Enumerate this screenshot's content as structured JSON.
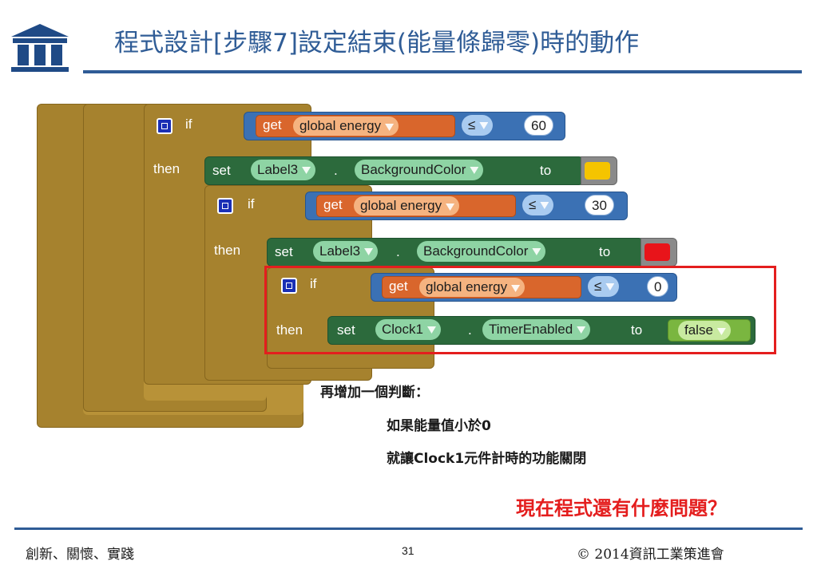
{
  "header": {
    "title": "程式設計[步驟7]設定結束(能量條歸零)時的動作"
  },
  "blocks": {
    "if_label": "if",
    "then_label": "then",
    "set_label": "set",
    "get_label": "get",
    "dot": ".",
    "to_label": "to",
    "variable": "global energy",
    "operator": "≤",
    "component_label": "Label3",
    "property_background": "BackgroundColor",
    "component_clock": "Clock1",
    "property_timer": "TimerEnabled",
    "bool_false": "false",
    "values": [
      "60",
      "30",
      "0"
    ],
    "colors": {
      "yellow": "#f5c400",
      "red": "#e8141a"
    }
  },
  "notes": {
    "main": "再增加一個判斷：",
    "line1": "如果能量值小於0",
    "line2": "就讓Clock1元件計時的功能關閉",
    "question": "現在程式還有什麼問題？"
  },
  "footer": {
    "left": "創新、關懷、實踐",
    "page": "31",
    "right": "© 2014資訊工業策進會"
  }
}
